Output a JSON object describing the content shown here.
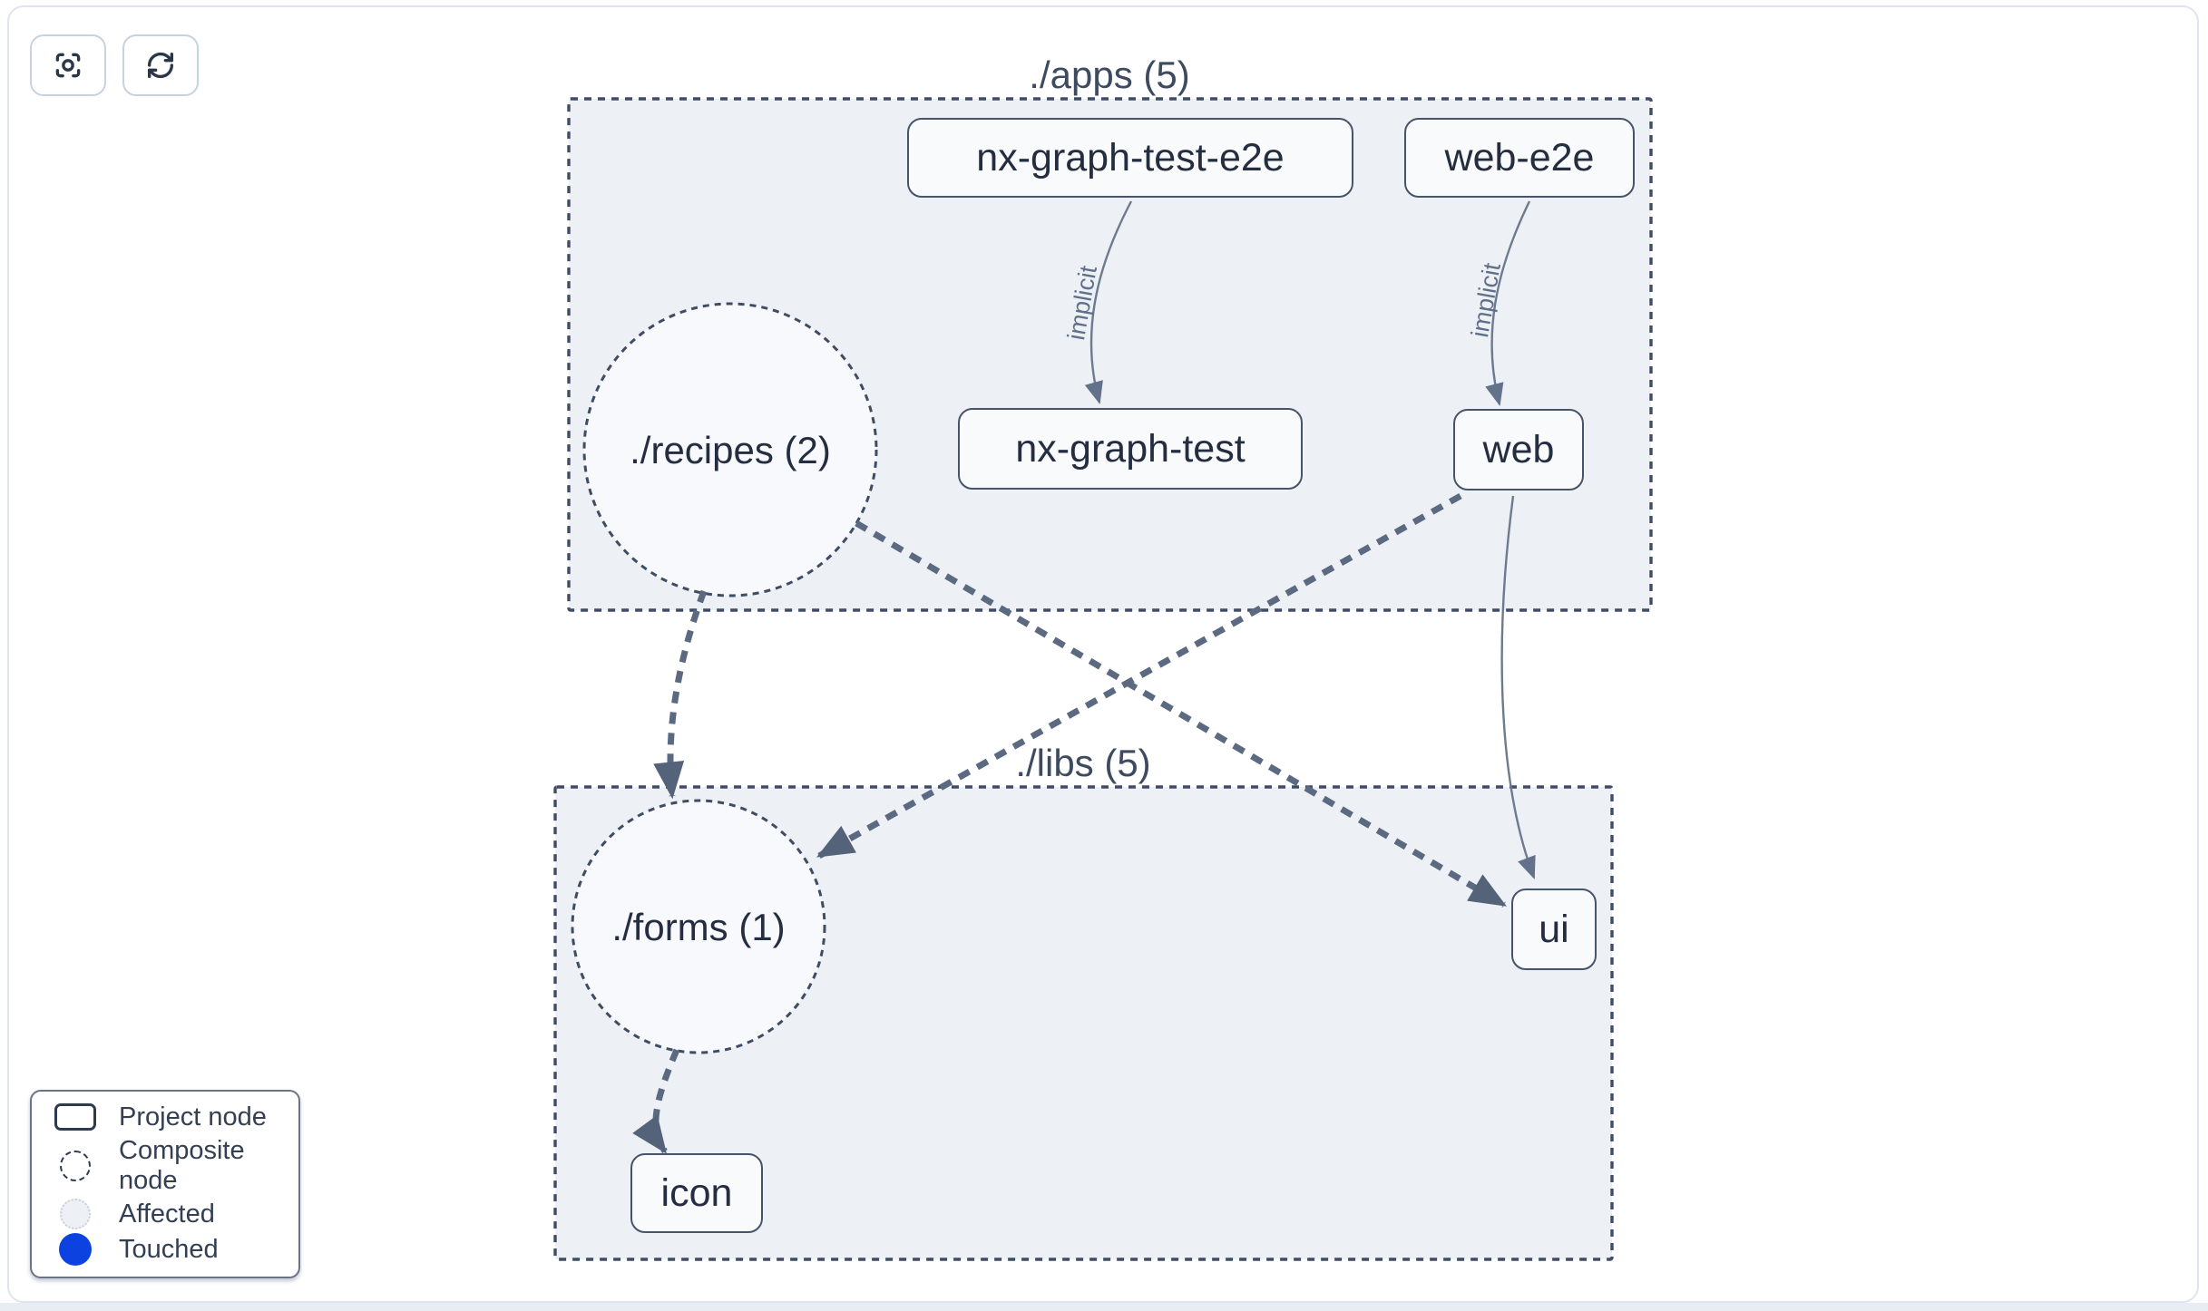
{
  "colors": {
    "cluster_fill": "#edf1f6",
    "cluster_border": "#3f4c63",
    "composite_fill": "#f7f9fc",
    "node_fill": "#f9fafc",
    "node_border": "#465469",
    "node_text": "#242e40",
    "edge_thick": "#5b6a80",
    "edge_thin": "#6e7a8e",
    "title_text": "#3d4a5f",
    "legend_text": "#333f52",
    "touched_blue": "#0c43e0",
    "affected_fill": "#edf0f5",
    "canvas_border": "#dfe4ee",
    "bottom_strip": "#e8ecf3"
  },
  "toolbar": {
    "buttons": [
      {
        "icon": "focus-icon"
      },
      {
        "icon": "refresh-icon"
      }
    ]
  },
  "graph": {
    "clusters": [
      {
        "id": "apps",
        "title": "./apps (5)"
      },
      {
        "id": "libs",
        "title": "./libs (5)"
      }
    ],
    "composite_nodes": [
      {
        "id": "recipes",
        "label": "./recipes (2)",
        "cluster": "apps"
      },
      {
        "id": "forms",
        "label": "./forms (1)",
        "cluster": "libs"
      }
    ],
    "project_nodes": [
      {
        "id": "nx-graph-test-e2e",
        "label": "nx-graph-test-e2e",
        "cluster": "apps"
      },
      {
        "id": "web-e2e",
        "label": "web-e2e",
        "cluster": "apps"
      },
      {
        "id": "nx-graph-test",
        "label": "nx-graph-test",
        "cluster": "apps"
      },
      {
        "id": "web",
        "label": "web",
        "cluster": "apps"
      },
      {
        "id": "ui",
        "label": "ui",
        "cluster": "libs"
      },
      {
        "id": "icon",
        "label": "icon",
        "cluster": "libs"
      }
    ],
    "edges": [
      {
        "from": "nx-graph-test-e2e",
        "to": "nx-graph-test",
        "style": "implicit",
        "label": "implicit"
      },
      {
        "from": "web-e2e",
        "to": "web",
        "style": "implicit",
        "label": "implicit"
      },
      {
        "from": "web",
        "to": "ui",
        "style": "direct",
        "label": ""
      },
      {
        "from": "./recipes",
        "to": "./forms",
        "style": "composite-dashed",
        "label": ""
      },
      {
        "from": "./recipes",
        "to": "ui",
        "style": "composite-dashed",
        "label": ""
      },
      {
        "from": "web",
        "to": "./forms",
        "style": "composite-dashed",
        "label": ""
      },
      {
        "from": "./forms",
        "to": "icon",
        "style": "composite-dashed",
        "label": ""
      }
    ]
  },
  "legend": {
    "items": [
      {
        "swatch": "project",
        "label": "Project node"
      },
      {
        "swatch": "composite",
        "label": "Composite node"
      },
      {
        "swatch": "affected",
        "label": "Affected"
      },
      {
        "swatch": "touched",
        "label": "Touched"
      }
    ]
  }
}
